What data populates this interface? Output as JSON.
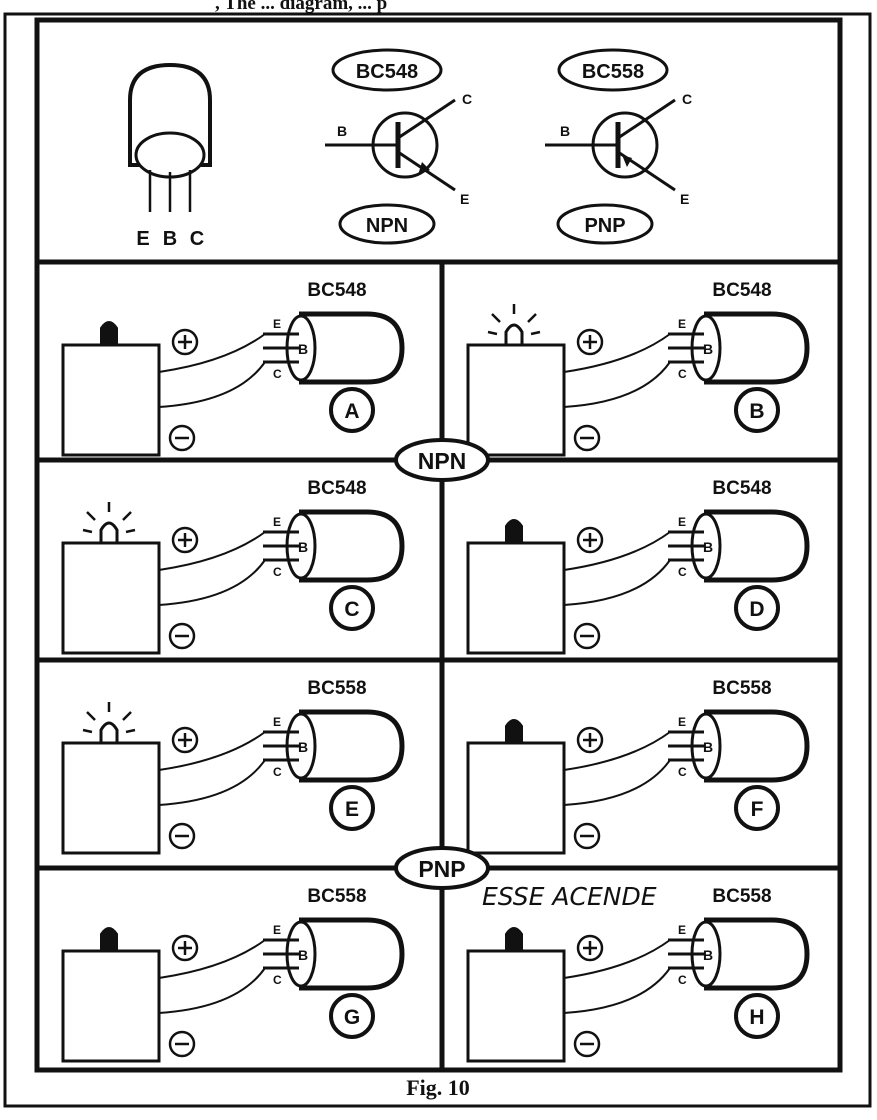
{
  "header_text": ", The ... diagram,  ... p",
  "top": {
    "legs": [
      "E",
      "B",
      "C"
    ],
    "npn_part": "BC548",
    "pnp_part": "BC558",
    "npn_type": "NPN",
    "pnp_type": "PNP",
    "symbol_pins": {
      "b": "B",
      "c": "C",
      "e": "E"
    }
  },
  "dividers": {
    "npn": "NPN",
    "pnp": "PNP"
  },
  "panels": [
    {
      "letter": "A",
      "part": "BC548",
      "lamp": "off"
    },
    {
      "letter": "B",
      "part": "BC548",
      "lamp": "on"
    },
    {
      "letter": "C",
      "part": "BC548",
      "lamp": "on"
    },
    {
      "letter": "D",
      "part": "BC548",
      "lamp": "off"
    },
    {
      "letter": "E",
      "part": "BC558",
      "lamp": "on"
    },
    {
      "letter": "F",
      "part": "BC558",
      "lamp": "off"
    },
    {
      "letter": "G",
      "part": "BC558",
      "lamp": "off"
    },
    {
      "letter": "H",
      "part": "BC558",
      "lamp": "off"
    }
  ],
  "pins": {
    "e": "E",
    "b": "B",
    "c": "C"
  },
  "handwritten_note": "ESSE ACENDE",
  "caption": "Fig. 10"
}
